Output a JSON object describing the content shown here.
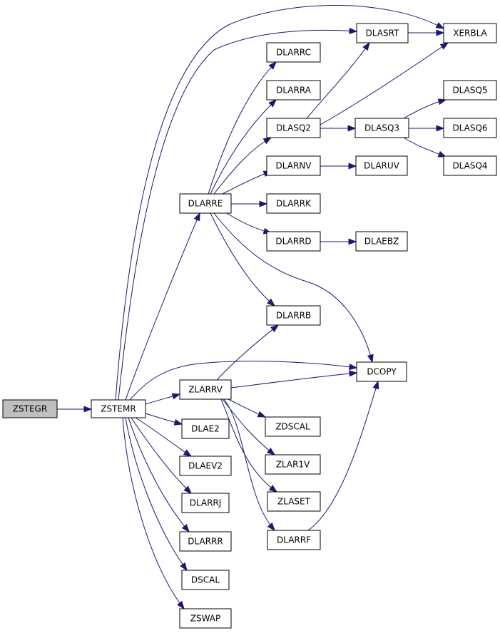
{
  "graph": {
    "edge_color": "#191970",
    "root_fill": "#bfbfbf",
    "nodes": [
      {
        "id": "zstegr",
        "label": "ZSTEGR",
        "root": true
      },
      {
        "id": "zstemr",
        "label": "ZSTEMR"
      },
      {
        "id": "dlarre",
        "label": "DLARRE"
      },
      {
        "id": "zlarrv",
        "label": "ZLARRV"
      },
      {
        "id": "dlae2",
        "label": "DLAE2"
      },
      {
        "id": "dlaev2",
        "label": "DLAEV2"
      },
      {
        "id": "dlarrj",
        "label": "DLARRJ"
      },
      {
        "id": "dlarrr",
        "label": "DLARRR"
      },
      {
        "id": "dscal",
        "label": "DSCAL"
      },
      {
        "id": "zswap",
        "label": "ZSWAP"
      },
      {
        "id": "dlarrc",
        "label": "DLARRC"
      },
      {
        "id": "dlarra",
        "label": "DLARRA"
      },
      {
        "id": "dlasq2",
        "label": "DLASQ2"
      },
      {
        "id": "dlarnv",
        "label": "DLARNV"
      },
      {
        "id": "dlarrk",
        "label": "DLARRK"
      },
      {
        "id": "dlarrd",
        "label": "DLARRD"
      },
      {
        "id": "dlarrb",
        "label": "DLARRB"
      },
      {
        "id": "zdscal",
        "label": "ZDSCAL"
      },
      {
        "id": "zlar1v",
        "label": "ZLAR1V"
      },
      {
        "id": "zlaset",
        "label": "ZLASET"
      },
      {
        "id": "dlarrf",
        "label": "DLARRF"
      },
      {
        "id": "dlasrt",
        "label": "DLASRT"
      },
      {
        "id": "dlasq3",
        "label": "DLASQ3"
      },
      {
        "id": "dlaruv",
        "label": "DLARUV"
      },
      {
        "id": "dlaebz",
        "label": "DLAEBZ"
      },
      {
        "id": "dcopy",
        "label": "DCOPY"
      },
      {
        "id": "xerbla",
        "label": "XERBLA"
      },
      {
        "id": "dlasq5",
        "label": "DLASQ5"
      },
      {
        "id": "dlasq6",
        "label": "DLASQ6"
      },
      {
        "id": "dlasq4",
        "label": "DLASQ4"
      }
    ],
    "edges": [
      {
        "from": "zstegr",
        "to": "zstemr"
      },
      {
        "from": "zstemr",
        "to": "dlarre"
      },
      {
        "from": "zstemr",
        "to": "zlarrv"
      },
      {
        "from": "zstemr",
        "to": "dcopy"
      },
      {
        "from": "zstemr",
        "to": "dlae2"
      },
      {
        "from": "zstemr",
        "to": "dlaev2"
      },
      {
        "from": "zstemr",
        "to": "dlarrj"
      },
      {
        "from": "zstemr",
        "to": "dlarrr"
      },
      {
        "from": "zstemr",
        "to": "dscal"
      },
      {
        "from": "zstemr",
        "to": "zswap"
      },
      {
        "from": "zstemr",
        "to": "dlasrt"
      },
      {
        "from": "zstemr",
        "to": "xerbla"
      },
      {
        "from": "dlarre",
        "to": "dlarrc"
      },
      {
        "from": "dlarre",
        "to": "dlarra"
      },
      {
        "from": "dlarre",
        "to": "dlasq2"
      },
      {
        "from": "dlarre",
        "to": "dlarnv"
      },
      {
        "from": "dlarre",
        "to": "dlarrk"
      },
      {
        "from": "dlarre",
        "to": "dlarrd"
      },
      {
        "from": "dlarre",
        "to": "dlarrb"
      },
      {
        "from": "dlarre",
        "to": "dcopy"
      },
      {
        "from": "zlarrv",
        "to": "dlarrb"
      },
      {
        "from": "zlarrv",
        "to": "dcopy"
      },
      {
        "from": "zlarrv",
        "to": "zdscal"
      },
      {
        "from": "zlarrv",
        "to": "zlar1v"
      },
      {
        "from": "zlarrv",
        "to": "zlaset"
      },
      {
        "from": "zlarrv",
        "to": "dlarrf"
      },
      {
        "from": "dlarrf",
        "to": "dcopy"
      },
      {
        "from": "dlasq2",
        "to": "dlasrt"
      },
      {
        "from": "dlasq2",
        "to": "xerbla"
      },
      {
        "from": "dlasq2",
        "to": "dlasq3"
      },
      {
        "from": "dlasrt",
        "to": "xerbla"
      },
      {
        "from": "dlasq3",
        "to": "dlasq5"
      },
      {
        "from": "dlasq3",
        "to": "dlasq6"
      },
      {
        "from": "dlasq3",
        "to": "dlasq4"
      },
      {
        "from": "dlarnv",
        "to": "dlaruv"
      },
      {
        "from": "dlarrd",
        "to": "dlaebz"
      }
    ]
  }
}
